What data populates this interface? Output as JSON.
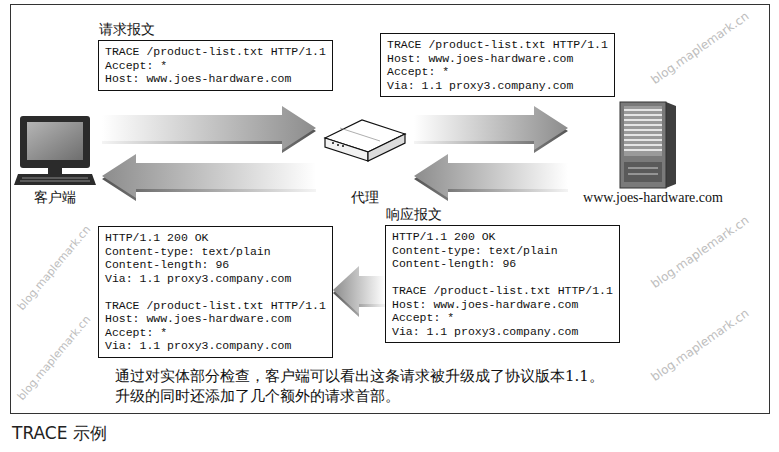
{
  "diagram": {
    "caption": "TRACE 示例",
    "nodes": [
      {
        "text": [
          "通过对实体部分检查，客户端可以看出这条请求被升级成了协议版本1.1。 升级的同时还添加了几个额外的请求首部。"
        ]
      },
      {
        "text": [
          "请求报文",
          "TRACE /product-list.txt HTTP/1.1",
          "Accept: *",
          "Host: www.joes-hardware.com"
        ],
        "in": 0
      },
      {
        "text": [
          "TRACE /product-list.txt HTTP/1.1",
          "Host: www.joes-hardware.com",
          "Accept: *",
          "Via: 1.1 proxy3.company.com"
        ],
        "in": 0
      },
      {
        "text": [
          "客户端"
        ],
        "in": 0
      },
      {
        "text": [
          "代理"
        ],
        "in": 0
      },
      {
        "text": [
          "www.joes-hardware.com"
        ],
        "in": 0
      },
      {
        "text": [
          "HTTP/1.1 200 OK",
          "Content-type: text/plain",
          "Content-length: 96",
          "Via: 1.1 proxy3.company.com",
          "TRACE /product-list.txt HTTP/1.1",
          "Host: www.joes-hardware.com",
          "Accept: *",
          "Via: 1.1 proxy3.company.com"
        ],
        "in": 0
      },
      {
        "text": [
          "响应报文",
          "HTTP/1.1 200 OK",
          "Content-type: text/plain",
          "Content-length: 96",
          "TRACE /product-list.txt HTTP/1.1",
          "Host: www.joes-hardware.com",
          "Accept: *",
          "Via: 1.1 proxy3.company.com"
        ],
        "in": 0
      }
    ],
    "edges": [
      {
        "from": 3,
        "to": 4,
        "arrow": "to"
      },
      {
        "from": 4,
        "to": 5,
        "arrow": "to"
      },
      {
        "from": 5,
        "to": 4,
        "arrow": "to"
      },
      {
        "from": 4,
        "to": 3,
        "arrow": "to"
      },
      {
        "from": 7,
        "to": 6,
        "arrow": "to"
      }
    ],
    "labels": [
      "blog.maplemark.cn",
      "blog.maplemark.cn",
      "blog.maplemark.cn",
      "blog.maplemark.cn",
      "blog.maplemark.cn"
    ]
  }
}
